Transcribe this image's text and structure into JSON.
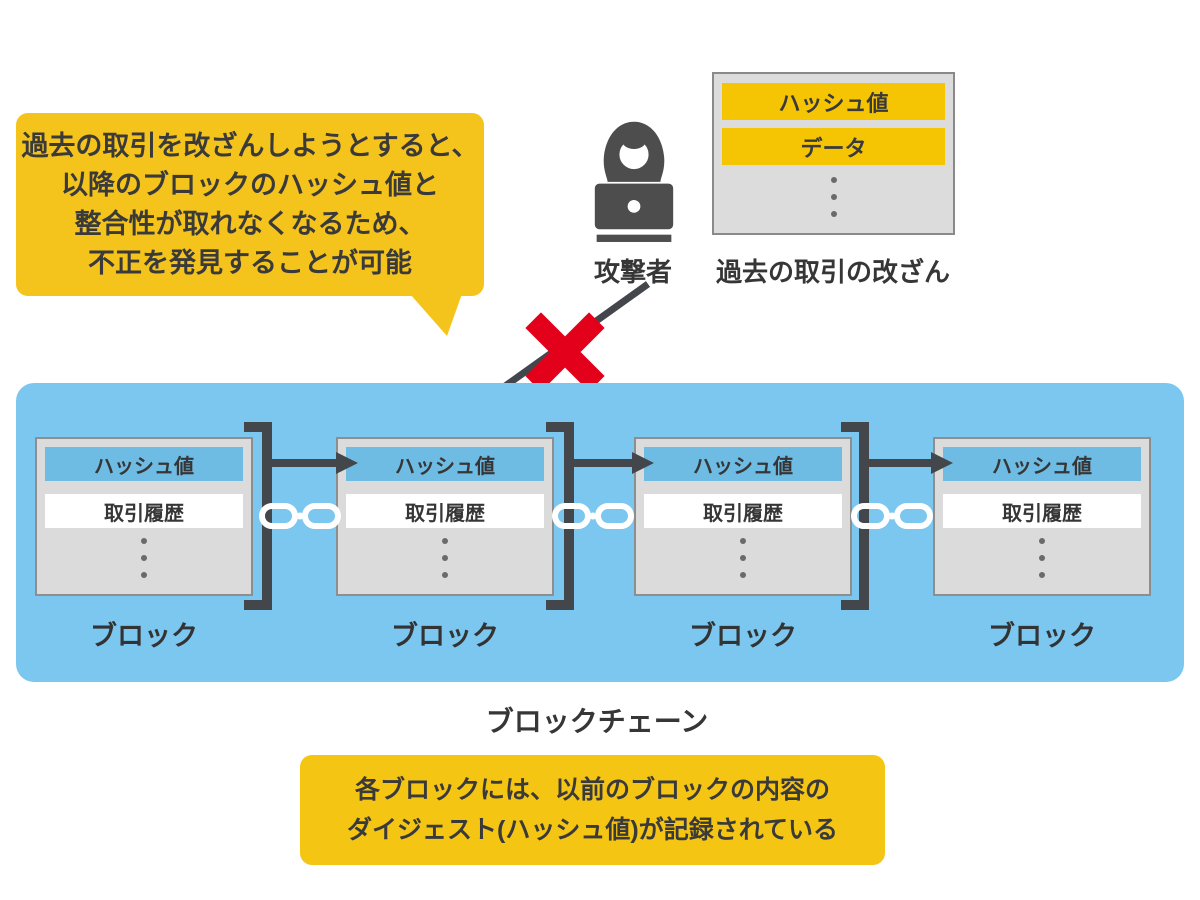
{
  "callout": {
    "lines": [
      "過去の取引を改ざんしようとすると、",
      "以降のブロックのハッシュ値と",
      "整合性が取れなくなるため、",
      "不正を発見することが可能"
    ]
  },
  "attacker": {
    "label": "攻撃者"
  },
  "tamper": {
    "rows": [
      "ハッシュ値",
      "データ"
    ],
    "label": "過去の取引の改ざん"
  },
  "blockchain": {
    "label": "ブロックチェーン",
    "blocks": [
      {
        "hash": "ハッシュ値",
        "history": "取引履歴",
        "label": "ブロック"
      },
      {
        "hash": "ハッシュ値",
        "history": "取引履歴",
        "label": "ブロック"
      },
      {
        "hash": "ハッシュ値",
        "history": "取引履歴",
        "label": "ブロック"
      },
      {
        "hash": "ハッシュ値",
        "history": "取引履歴",
        "label": "ブロック"
      }
    ]
  },
  "note": {
    "lines": [
      "各ブロックには、以前のブロックの内容の",
      "ダイジェスト(ハッシュ値)が記録されている"
    ]
  },
  "colors": {
    "accent_yellow": "#F5C41C",
    "bar_yellow": "#F5C504",
    "container_blue": "#7CC7F0",
    "hash_blue": "#6EBBE4",
    "box_gray": "#DBDBDB",
    "dark": "#43474B",
    "alert_red": "#E2001A"
  }
}
